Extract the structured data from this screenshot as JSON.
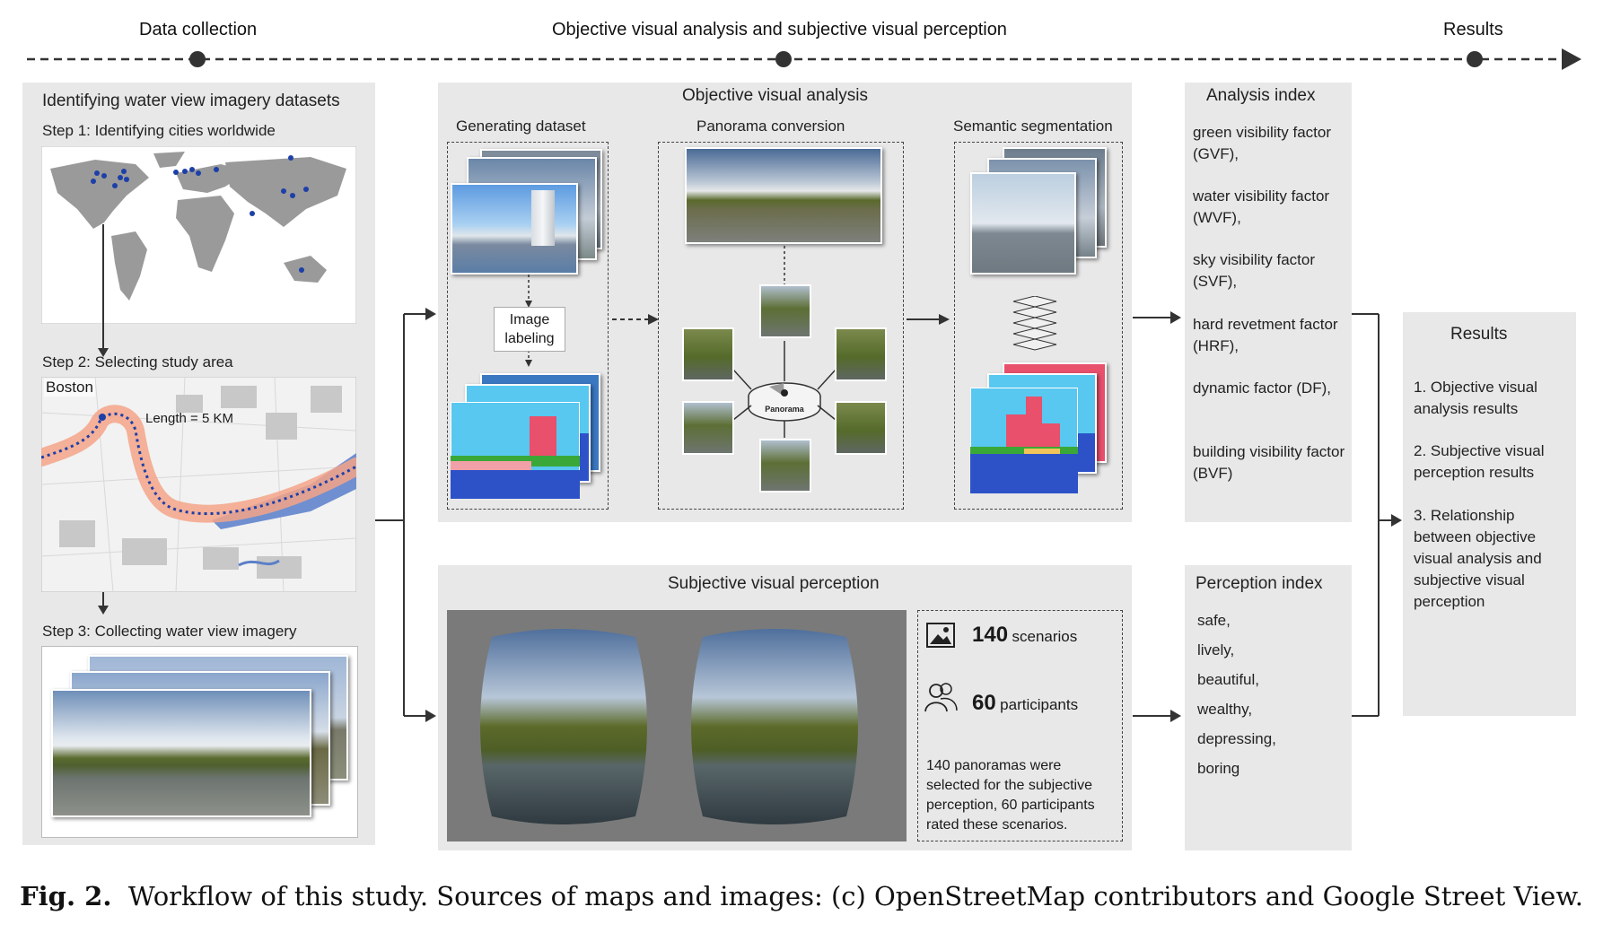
{
  "timeline": {
    "stages": [
      "Data collection",
      "Objective visual analysis and subjective visual perception",
      "Results"
    ]
  },
  "left_panel": {
    "title": "Identifying water view imagery datasets",
    "step1": "Step 1: Identifying cities worldwide",
    "step2": "Step 2: Selecting study area",
    "map_city": "Boston",
    "map_length": "Length = 5 KM",
    "step3": "Step 3: Collecting water view imagery"
  },
  "objective": {
    "title": "Objective visual analysis",
    "generating": "Generating dataset",
    "image_labeling": "Image labeling",
    "panorama_conversion": "Panorama conversion",
    "panorama_label": "Panorama",
    "semantic": "Semantic segmentation"
  },
  "subjective": {
    "title": "Subjective visual perception",
    "scenarios_num": "140",
    "scenarios_label": "scenarios",
    "participants_num": "60",
    "participants_label": "participants",
    "note": "140 panoramas were selected for the subjective perception, 60 participants rated these scenarios."
  },
  "analysis_index": {
    "title": "Analysis index",
    "items": [
      "green visibility factor (GVF),",
      "water visibility factor (WVF),",
      "sky visibility factor (SVF),",
      "hard revetment factor (HRF),",
      "dynamic factor (DF),",
      "building visibility factor (BVF)"
    ]
  },
  "perception_index": {
    "title": "Perception index",
    "items": [
      "safe,",
      "lively,",
      "beautiful,",
      "wealthy,",
      "depressing,",
      "boring"
    ]
  },
  "results": {
    "title": "Results",
    "items": [
      "1.  Objective visual analysis results",
      "2.  Subjective visual perception results",
      "3.  Relationship between objective visual analysis and subjective visual perception"
    ]
  },
  "caption": {
    "label": "Fig. 2.",
    "text": "Workflow of this study. Sources of maps and images: (c) OpenStreetMap contributors and Google Street View."
  },
  "colors": {
    "panel_bg": "#e8e8e8",
    "sky": "#58c8f0",
    "building": "#e8506c",
    "water": "#2d52c8",
    "vegetation": "#3aa838",
    "road_pink": "#f2a0a8",
    "river_route": "#f4a488",
    "river_blue": "#5b7fc8"
  },
  "icons": [
    "image-icon",
    "people-icon",
    "layers-icon",
    "panorama-camera-icon"
  ]
}
